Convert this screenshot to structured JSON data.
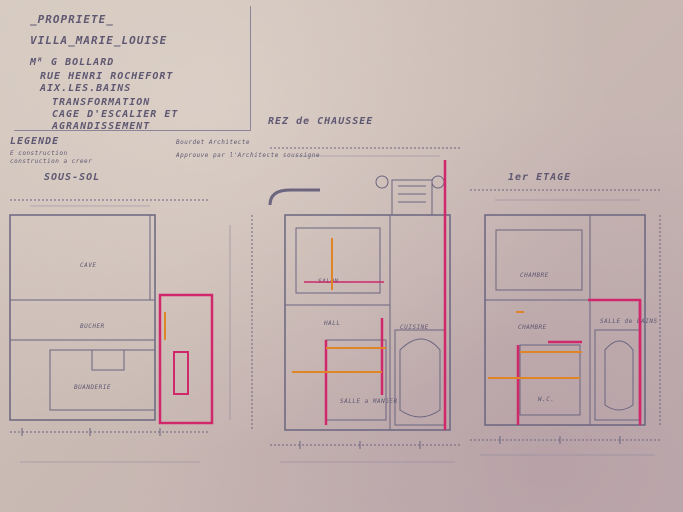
{
  "title_block": {
    "lines": [
      "_PROPRIETE_",
      "VILLA_MARIE_LOUISE",
      "Mᴿ G BOLLARD",
      "RUE HENRI ROCHEFORT",
      "AIX.LES.BAINS",
      "TRANSFORMATION",
      "CAGE D'ESCALIER ET",
      "AGRANDISSEMENT"
    ]
  },
  "legend": {
    "heading": "LEGENDE",
    "lines": [
      "E  construction",
      "construction  a  creer"
    ]
  },
  "plans": {
    "basement": {
      "label": "SOUS-SOL",
      "rooms": [
        "CAVE",
        "BUCHER",
        "BUANDERIE"
      ]
    },
    "ground": {
      "label": "REZ de CHAUSSEE",
      "rooms": [
        "SALON",
        "SALLE a MANGER",
        "HALL",
        "CUISINE"
      ]
    },
    "first": {
      "label": "1er ETAGE",
      "rooms": [
        "CHAMBRE",
        "CHAMBRE",
        "SALLE de BAINS",
        "W.C."
      ]
    }
  },
  "annotations": {
    "approved": "Approuve par l'Architecte soussigne",
    "signature": "Bourdet Architecte"
  },
  "colors": {
    "paper": "#cbbdb5",
    "ink": "#5f5872",
    "existing_wall": "#6b6580",
    "new_wall": "#d0286a",
    "new_wall_orange": "#e08428"
  }
}
